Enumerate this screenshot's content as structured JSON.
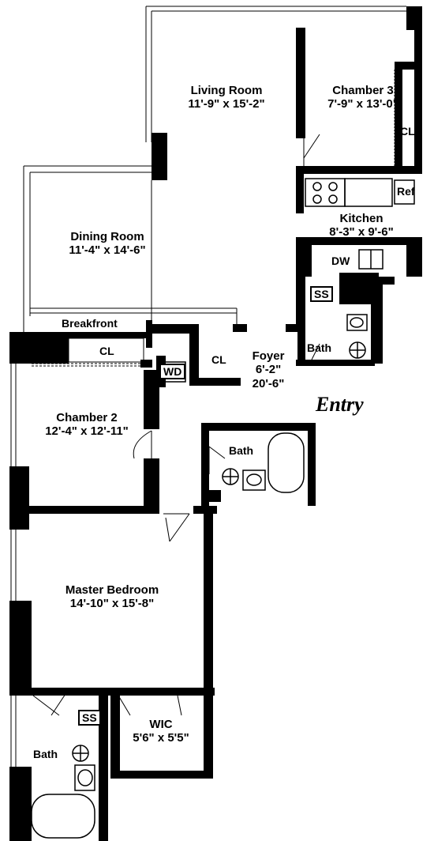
{
  "rooms": {
    "living_room": {
      "name": "Living Room",
      "dims": "11'-9\" x 15'-2\""
    },
    "chamber_3": {
      "name": "Chamber 3",
      "dims": "7'-9\" x 13'-0\""
    },
    "dining_room": {
      "name": "Dining Room",
      "dims": "11'-4\" x 14'-6\""
    },
    "kitchen": {
      "name": "Kitchen",
      "dims": "8'-3\" x 9'-6\""
    },
    "foyer": {
      "name": "Foyer",
      "dims_line1": "6'-2\"",
      "dims_line2": "20'-6\""
    },
    "chamber_2": {
      "name": "Chamber 2",
      "dims": "12'-4\" x 12'-11\""
    },
    "master_bedroom": {
      "name": "Master Bedroom",
      "dims": "14'-10\" x 15'-8\""
    },
    "wic": {
      "name": "WIC",
      "dims": "5'6\" x 5'5\""
    }
  },
  "fixtures": {
    "cl_chamber3": "CL",
    "ref": "Ref",
    "dw": "DW",
    "ss_kitchen": "SS",
    "bath_kitchen": "Bath",
    "breakfront": "Breakfront",
    "cl_chamber2": "CL",
    "wd": "WD",
    "cl_foyer": "CL",
    "bath_middle": "Bath",
    "ss_master": "SS",
    "bath_master": "Bath"
  },
  "entry_label": "Entry"
}
